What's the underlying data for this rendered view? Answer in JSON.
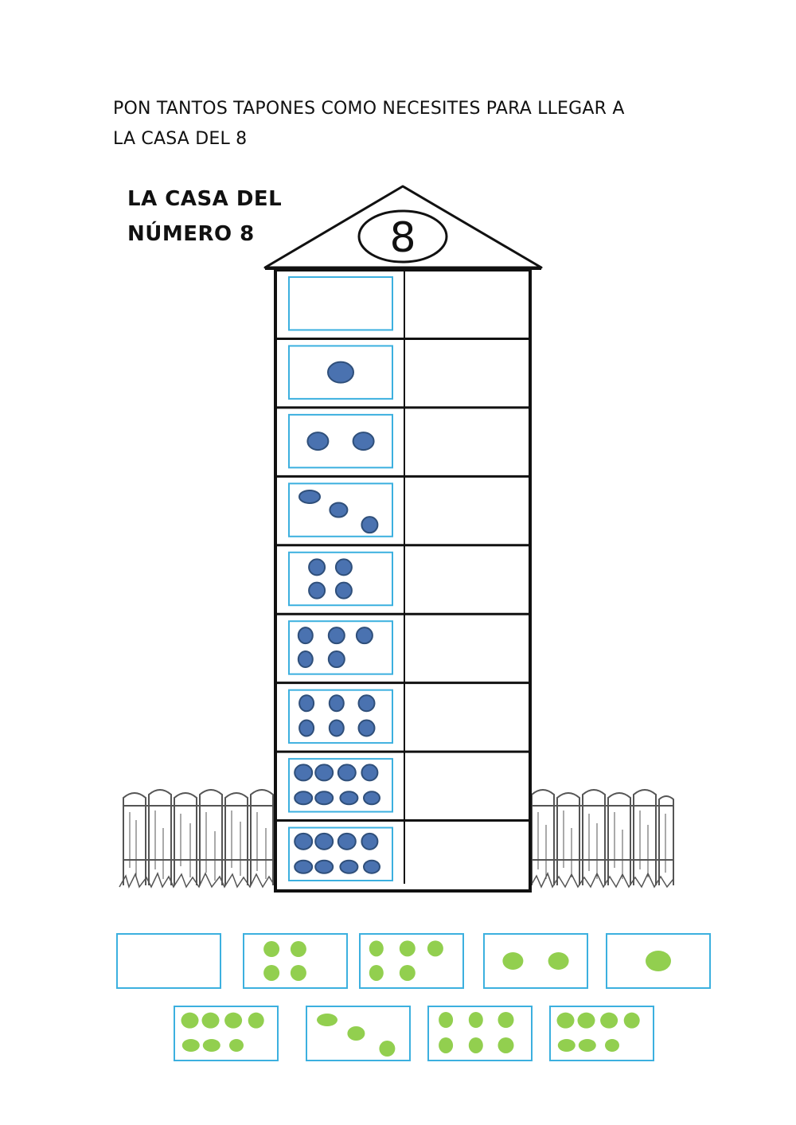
{
  "instruction": {
    "line1": "PON TANTOS TAPONES COMO NECESITES PARA LLEGAR A",
    "line2": "LA CASA DEL 8"
  },
  "house": {
    "title_line1": "LA CASA DEL",
    "title_line2": "NÚMERO 8",
    "roof_number": "8",
    "floors_dot_counts": [
      0,
      1,
      2,
      3,
      4,
      5,
      6,
      8,
      8
    ]
  },
  "cards": {
    "row1_dot_counts": [
      0,
      4,
      5,
      2,
      1
    ],
    "row2_dot_counts": [
      7,
      3,
      6,
      7
    ]
  },
  "colors": {
    "house_dots": "#4a72b0",
    "card_dots": "#92cf4f",
    "box_border": "#3cb0df"
  }
}
